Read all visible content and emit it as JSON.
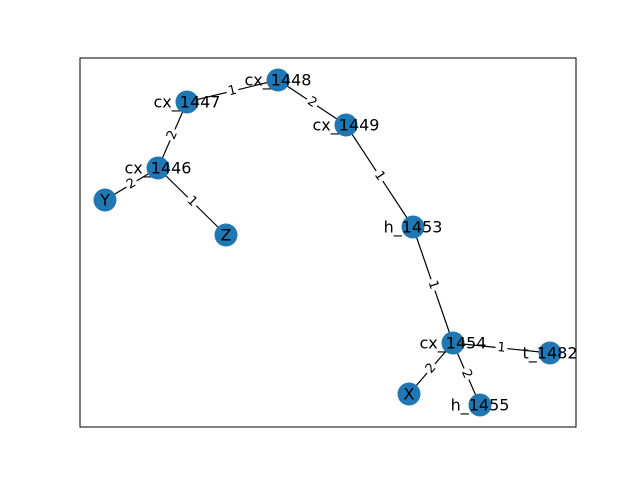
{
  "graph": {
    "node_color": "#1f77b4",
    "edge_color": "#000000",
    "nodes": [
      {
        "id": "cx_1448",
        "label": "cx_1448"
      },
      {
        "id": "cx_1447",
        "label": "cx_1447"
      },
      {
        "id": "cx_1449",
        "label": "cx_1449"
      },
      {
        "id": "cx_1446",
        "label": "cx_1446"
      },
      {
        "id": "Y",
        "label": "Y"
      },
      {
        "id": "Z",
        "label": "Z"
      },
      {
        "id": "h_1453",
        "label": "h_1453"
      },
      {
        "id": "cx_1454",
        "label": "cx_1454"
      },
      {
        "id": "t_1482",
        "label": "t_1482"
      },
      {
        "id": "X",
        "label": "X"
      },
      {
        "id": "h_1455",
        "label": "h_1455"
      }
    ],
    "edges": [
      {
        "source": "cx_1447",
        "target": "cx_1448",
        "label": "1"
      },
      {
        "source": "cx_1448",
        "target": "cx_1449",
        "label": "2"
      },
      {
        "source": "cx_1447",
        "target": "cx_1446",
        "label": "2"
      },
      {
        "source": "cx_1446",
        "target": "Y",
        "label": "2"
      },
      {
        "source": "cx_1446",
        "target": "Z",
        "label": "1"
      },
      {
        "source": "cx_1449",
        "target": "h_1453",
        "label": "1"
      },
      {
        "source": "h_1453",
        "target": "cx_1454",
        "label": "1"
      },
      {
        "source": "cx_1454",
        "target": "t_1482",
        "label": "1"
      },
      {
        "source": "cx_1454",
        "target": "X",
        "label": "2"
      },
      {
        "source": "cx_1454",
        "target": "h_1455",
        "label": "2"
      }
    ]
  }
}
